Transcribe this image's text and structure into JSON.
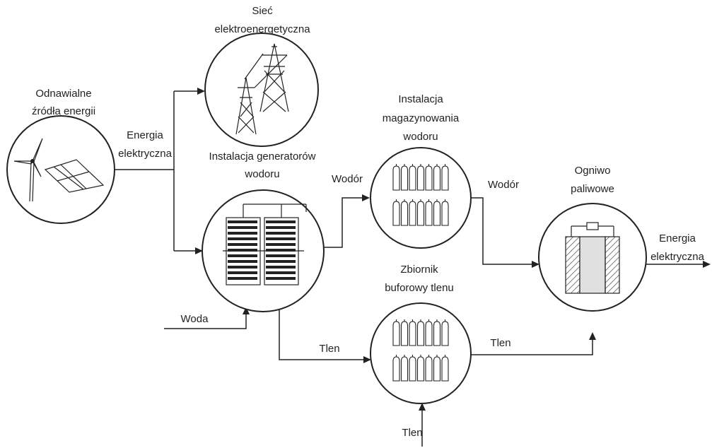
{
  "labels": {
    "grid_line1": "Sieć",
    "grid_line2": "elektroenergetyczna",
    "renewables_line1": "Odnawialne",
    "renewables_line2": "źródła energii",
    "energy_in_line1": "Energia",
    "energy_in_line2": "elektryczna",
    "generators_line1": "Instalacja generatorów",
    "generators_line2": "wodoru",
    "storage_line1": "Instalacja",
    "storage_line2": "magazynowania",
    "storage_line3": "wodoru",
    "hydrogen_1": "Wodór",
    "hydrogen_2": "Wodór",
    "fuelcell_line1": "Ogniwo",
    "fuelcell_line2": "paliwowe",
    "energy_out_line1": "Energia",
    "energy_out_line2": "elektryczna",
    "water": "Woda",
    "buffer_line1": "Zbiornik",
    "buffer_line2": "buforowy tlenu",
    "oxygen_1": "Tlen",
    "oxygen_2": "Tlen",
    "oxygen_3": "Tlen"
  },
  "icons": {
    "grid": "power-pylon-icon",
    "renewables": "wind-turbine-and-solar-panel-icon",
    "electrolyzer": "electrolyzer-stack-icon",
    "storage": "gas-cylinders-icon",
    "fuel_cell": "fuel-cell-icon"
  },
  "colors": {
    "line": "#222222",
    "background": "#ffffff"
  }
}
